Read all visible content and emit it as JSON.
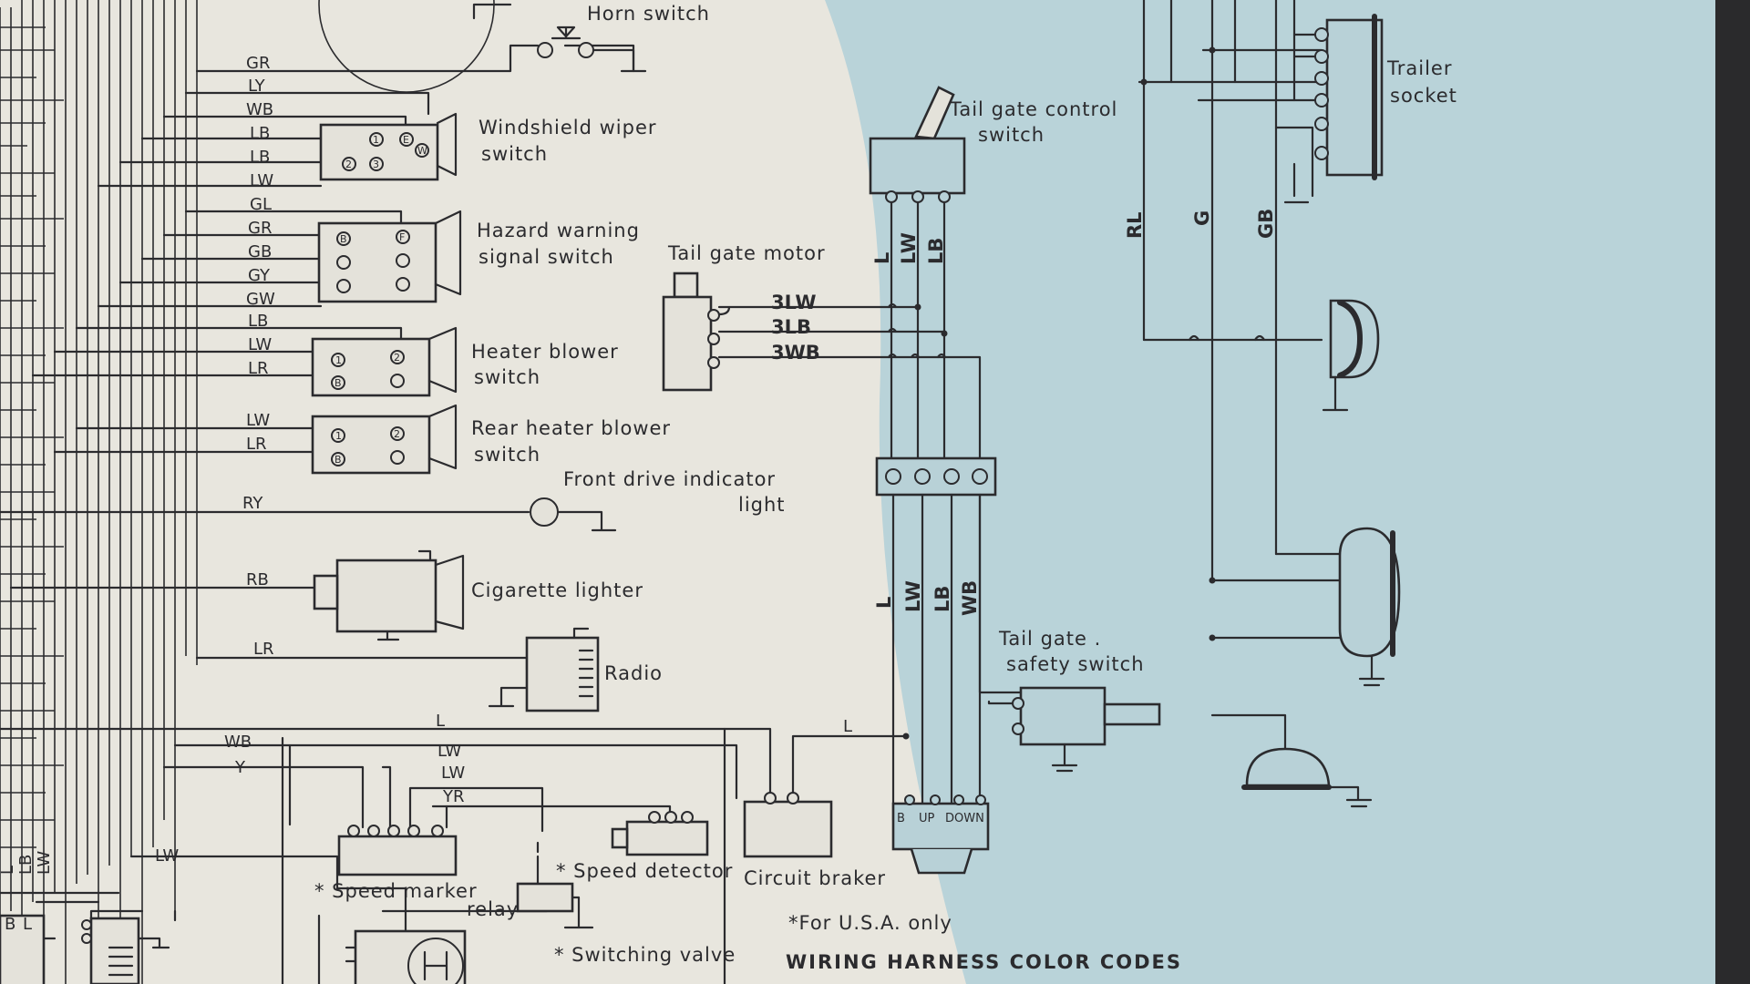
{
  "labels": {
    "horn_switch": "Horn switch",
    "windshield_wiper_switch_1": "Windshield wiper",
    "windshield_wiper_switch_2": "switch",
    "hazard_warning_1": "Hazard warning",
    "hazard_warning_2": "signal switch",
    "heater_blower_1": "Heater blower",
    "heater_blower_2": "switch",
    "rear_heater_blower_1": "Rear heater blower",
    "rear_heater_blower_2": "switch",
    "front_drive_indicator_1": "Front drive indicator",
    "front_drive_indicator_2": "light",
    "cigarette_lighter": "Cigarette lighter",
    "radio": "Radio",
    "tail_gate_control_1": "Tail gate control",
    "tail_gate_control_2": "switch",
    "tail_gate_motor": "Tail gate motor",
    "tail_gate_safety_1": "Tail gate .",
    "tail_gate_safety_2": "safety switch",
    "trailer_socket_1": "Trailer",
    "trailer_socket_2": "socket",
    "speed_marker": "* Speed marker",
    "relay": "relay",
    "speed_detector": "* Speed detector",
    "circuit_braker": "Circuit braker",
    "switching_valve": "* Switching valve",
    "for_usa_only": "*For U.S.A. only",
    "wiring_harness_heading": "WIRING HARNESS COLOR CODES"
  },
  "wire_codes": {
    "gr_top": "GR",
    "ly": "LY",
    "wb_top": "WB",
    "lb1": "LB",
    "lb2": "LB",
    "lw1": "LW",
    "gl": "GL",
    "gr2": "GR",
    "gb": "GB",
    "gy": "GY",
    "gw": "GW",
    "lb3": "LB",
    "lw2": "LW",
    "lr1": "LR",
    "lw3": "LW",
    "lr2": "LR",
    "ry": "RY",
    "rb": "RB",
    "lr3": "LR",
    "l_bottom": "L",
    "wb_bottom": "WB",
    "y_bottom": "Y",
    "lw_speed1": "LW",
    "lw_speed2": "LW",
    "yr": "YR",
    "lw_lower": "LW",
    "l_cb": "L",
    "bottom_l": "L",
    "bottom_lb": "LB",
    "bottom_lw": "LW",
    "bottom_b": "B",
    "bottom_l2": "L",
    "motor_3lw": "3LW",
    "motor_3lb": "3LB",
    "motor_3wb": "3WB",
    "ctl_l": "L",
    "ctl_lw": "LW",
    "ctl_lb": "LB",
    "vert_l": "L",
    "vert_lw": "LW",
    "vert_lb": "LB",
    "vert_wb": "WB",
    "rl": "RL",
    "g": "G",
    "gb_right": "GB"
  },
  "pin_labels": {
    "b": "B",
    "up": "UP",
    "down": "DOWN"
  },
  "colors": {
    "paper": "#e8e6de",
    "shaded_area": "#b9d3d9",
    "ink": "#2b2b2e",
    "binding": "#2a2a2c"
  }
}
